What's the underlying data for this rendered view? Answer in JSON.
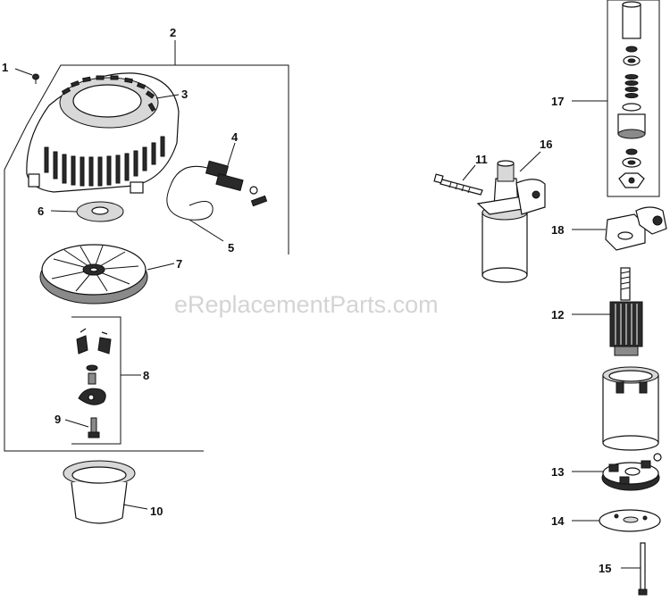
{
  "watermark": "eReplacementParts.com",
  "callouts": {
    "c1": "1",
    "c2": "2",
    "c3": "3",
    "c4": "4",
    "c5": "5",
    "c6": "6",
    "c7": "7",
    "c8": "8",
    "c9": "9",
    "c10": "10",
    "c11": "11",
    "c12": "12",
    "c13": "13",
    "c14": "14",
    "c15": "15",
    "c16": "16",
    "c17": "17",
    "c18": "18"
  }
}
